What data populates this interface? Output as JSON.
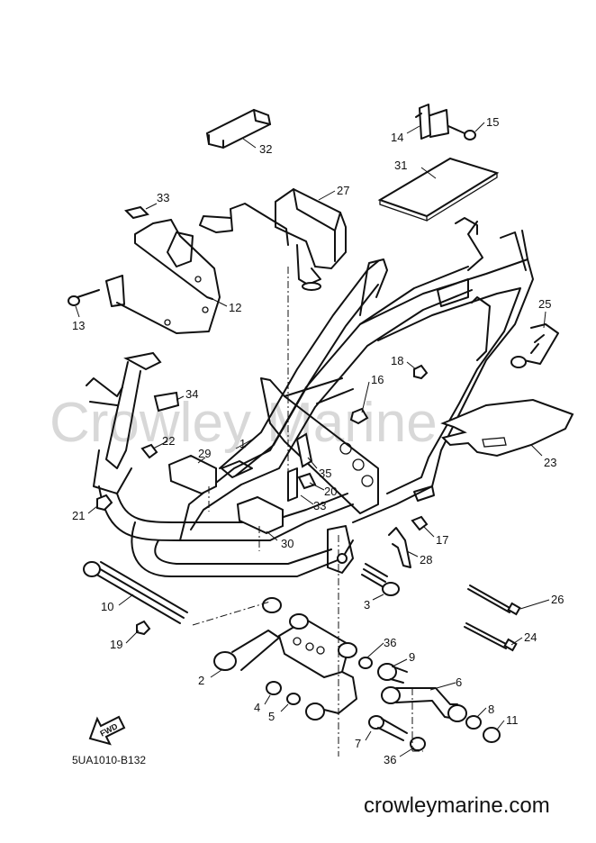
{
  "diagram_code": "5UA1010-B132",
  "watermark": "Crowley Marine",
  "website": "crowleymarine.com",
  "fwd_label": "FWD",
  "callouts": [
    {
      "id": "c1",
      "label": "1"
    },
    {
      "id": "c2",
      "label": "2"
    },
    {
      "id": "c3",
      "label": "3"
    },
    {
      "id": "c4",
      "label": "4"
    },
    {
      "id": "c5",
      "label": "5"
    },
    {
      "id": "c6",
      "label": "6"
    },
    {
      "id": "c7",
      "label": "7"
    },
    {
      "id": "c8",
      "label": "8"
    },
    {
      "id": "c9",
      "label": "9"
    },
    {
      "id": "c10",
      "label": "10"
    },
    {
      "id": "c11",
      "label": "11"
    },
    {
      "id": "c12",
      "label": "12"
    },
    {
      "id": "c13",
      "label": "13"
    },
    {
      "id": "c14",
      "label": "14"
    },
    {
      "id": "c15",
      "label": "15"
    },
    {
      "id": "c16",
      "label": "16"
    },
    {
      "id": "c17",
      "label": "17"
    },
    {
      "id": "c18",
      "label": "18"
    },
    {
      "id": "c19",
      "label": "19"
    },
    {
      "id": "c20",
      "label": "20"
    },
    {
      "id": "c21",
      "label": "21"
    },
    {
      "id": "c22",
      "label": "22"
    },
    {
      "id": "c23",
      "label": "23"
    },
    {
      "id": "c24",
      "label": "24"
    },
    {
      "id": "c25",
      "label": "25"
    },
    {
      "id": "c26",
      "label": "26"
    },
    {
      "id": "c27",
      "label": "27"
    },
    {
      "id": "c28",
      "label": "28"
    },
    {
      "id": "c29",
      "label": "29"
    },
    {
      "id": "c30",
      "label": "30"
    },
    {
      "id": "c31",
      "label": "31"
    },
    {
      "id": "c32",
      "label": "32"
    },
    {
      "id": "c33a",
      "label": "33"
    },
    {
      "id": "c33b",
      "label": "33"
    },
    {
      "id": "c34",
      "label": "34"
    },
    {
      "id": "c35",
      "label": "35"
    },
    {
      "id": "c36a",
      "label": "36"
    },
    {
      "id": "c36b",
      "label": "36"
    }
  ]
}
